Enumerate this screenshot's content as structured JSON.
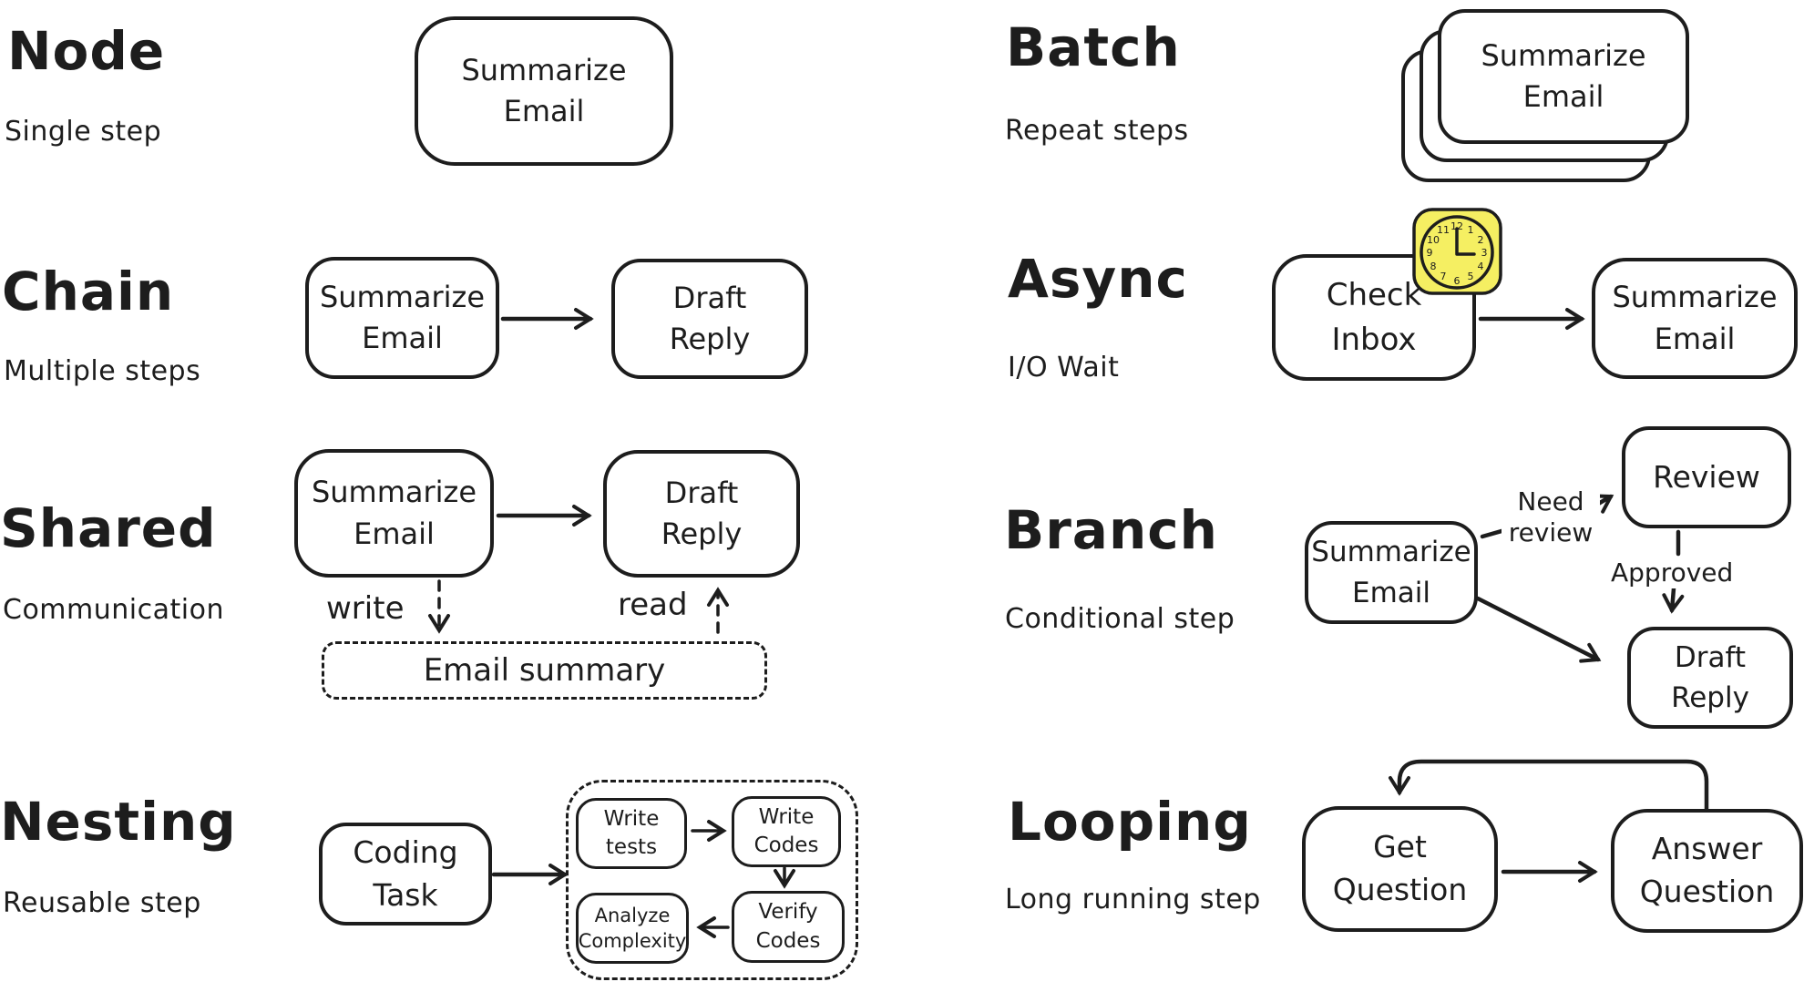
{
  "ink_color": "#1d1d1d",
  "clock_fill": "#f5ef62",
  "sections": {
    "node": {
      "title": "Node",
      "subtitle": "Single step",
      "box_label": "Summarize\nEmail"
    },
    "chain": {
      "title": "Chain",
      "subtitle": "Multiple steps",
      "box1_label": "Summarize\nEmail",
      "box2_label": "Draft\nReply"
    },
    "shared": {
      "title": "Shared",
      "subtitle": "Communication",
      "box1_label": "Summarize\nEmail",
      "box2_label": "Draft\nReply",
      "write_label": "write",
      "read_label": "read",
      "store_label": "Email summary"
    },
    "nesting": {
      "title": "Nesting",
      "subtitle": "Reusable step",
      "box_label": "Coding\nTask",
      "inner_box1_label": "Write\ntests",
      "inner_box2_label": "Write\nCodes",
      "inner_box3_label": "Verify\nCodes",
      "inner_box4_label": "Analyze\nComplexity"
    },
    "batch": {
      "title": "Batch",
      "subtitle": "Repeat steps",
      "box_label": "Summarize\nEmail"
    },
    "async": {
      "title": "Async",
      "subtitle": "I/O Wait",
      "box1_label": "Check\nInbox",
      "box2_label": "Summarize\nEmail",
      "clock_numbers": [
        "12",
        "1",
        "2",
        "3",
        "4",
        "5",
        "6",
        "7",
        "8",
        "9",
        "10",
        "11"
      ]
    },
    "branch": {
      "title": "Branch",
      "subtitle": "Conditional step",
      "box1_label": "Summarize\nEmail",
      "review_label": "Review",
      "draft_label": "Draft\nReply",
      "need_review_label": "Need\nreview",
      "approved_label": "Approved"
    },
    "looping": {
      "title": "Looping",
      "subtitle": "Long running step",
      "box1_label": "Get\nQuestion",
      "box2_label": "Answer\nQuestion"
    }
  }
}
